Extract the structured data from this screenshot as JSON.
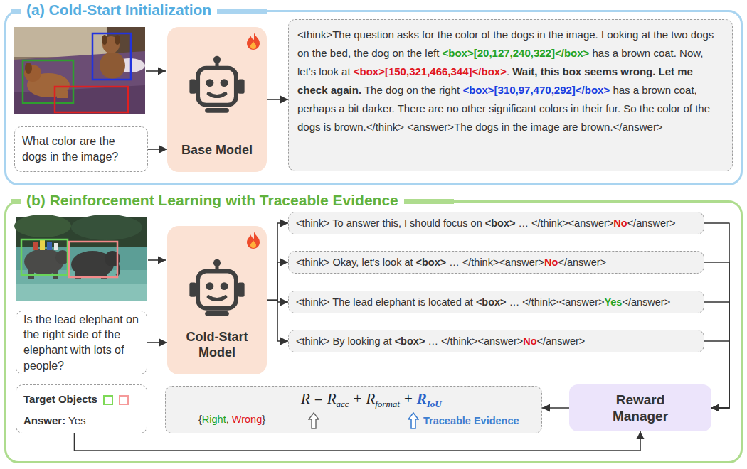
{
  "diagram": {
    "nodes": [
      {
        "text": [
          "(a) Cold-Start Initialization"
        ]
      },
      {
        "text": [
          "What color are the dogs in the image?"
        ],
        "in": 0
      },
      {
        "text": [
          "Base Model"
        ],
        "in": 0
      },
      {
        "text": [
          "<think>The question asks for the color of the dogs in the image. Looking at the two dogs on the bed, the dog on the left",
          "<box>[20,127,240,322]</box>",
          "has a brown coat. Now, let's look at",
          "<box>[150,321,466,344]</box>",
          ".",
          "Wait, this box seems wrong. Let me check again.",
          "The dog on the right",
          "<box>[310,97,470,292]</box>",
          "has a brown coat, perhaps a bit darker. There are no other significant colors in their fur. So the color of the dogs is brown.</think> <answer>The dogs in the image are brown.</answer>"
        ],
        "in": 0
      },
      {
        "text": [
          "(b) Reinforcement Learning with Traceable Evidence"
        ]
      },
      {
        "text": [
          "Is the lead elephant on the right side of the elephant with lots of people?"
        ],
        "in": 4
      },
      {
        "text": [
          "Cold-Start Model"
        ],
        "in": 4
      },
      {
        "text": [
          "<think> To answer this, I should focus on",
          "<box>",
          "… </think><answer>",
          "No",
          "</answer>"
        ],
        "in": 4
      },
      {
        "text": [
          "<think> Okay, let's look at",
          "<box>",
          "… </think><answer>",
          "No",
          "</answer>"
        ],
        "in": 4
      },
      {
        "text": [
          "<think> The lead elephant is located at",
          "<box>",
          "… </think><answer>",
          "Yes",
          "</answer>"
        ],
        "in": 4
      },
      {
        "text": [
          "<think> By looking at",
          "<box>",
          "… </think><answer>",
          "No",
          "</answer>"
        ],
        "in": 4
      },
      {
        "text": [
          "Target Objects",
          "Answer:",
          "Yes"
        ],
        "in": 4
      },
      {
        "text": [
          "R",
          "=",
          "R",
          "acc",
          "+",
          "R",
          "format",
          "+",
          "R",
          "IoU",
          "{",
          "Right",
          ",",
          "Wrong",
          "}",
          "Traceable Evidence"
        ],
        "in": 4
      },
      {
        "text": [
          "Reward Manager"
        ],
        "in": 4
      }
    ],
    "edges": [
      {
        "from": 1,
        "to": 2,
        "arrow": "to"
      },
      {
        "from": 2,
        "to": 3,
        "arrow": "to"
      },
      {
        "from": 5,
        "to": 6,
        "arrow": "to"
      },
      {
        "from": 6,
        "to": 7,
        "arrow": "to"
      },
      {
        "from": 6,
        "to": 8,
        "arrow": "to"
      },
      {
        "from": 6,
        "to": 9,
        "arrow": "to"
      },
      {
        "from": 6,
        "to": 10,
        "arrow": "to"
      },
      {
        "from": 7,
        "to": 13,
        "arrow": "to"
      },
      {
        "from": 8,
        "to": 13,
        "arrow": "to"
      },
      {
        "from": 9,
        "to": 13,
        "arrow": "to"
      },
      {
        "from": 10,
        "to": 13,
        "arrow": "to"
      },
      {
        "from": 13,
        "to": 12,
        "arrow": "to"
      },
      {
        "from": 11,
        "to": 13,
        "arrow": "to"
      }
    ]
  }
}
